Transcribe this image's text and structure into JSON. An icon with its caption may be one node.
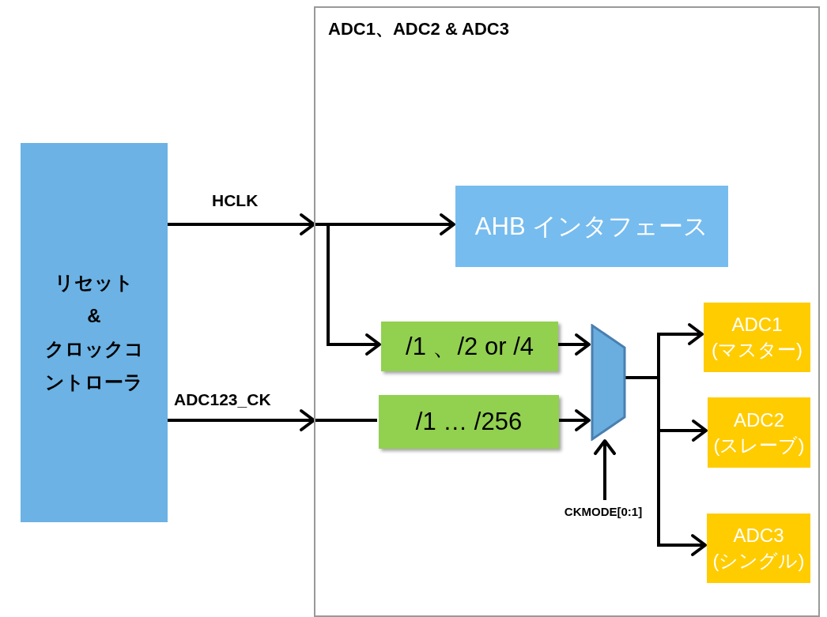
{
  "diagram": {
    "nodes": [
      {
        "text": [
          "ADC1、ADC2 & ADC3"
        ]
      },
      {
        "text": [
          "リセット & クロックコントローラ"
        ]
      },
      {
        "text": [
          "AHB インタフェース"
        ],
        "in": 0
      },
      {
        "text": [
          "/1 、/2 or /4"
        ],
        "in": 0
      },
      {
        "text": [
          "/1 … /256"
        ],
        "in": 0
      },
      {
        "text": [],
        "shape": "trapezoid",
        "in": 0
      },
      {
        "text": [
          "ADC1 (マスター)"
        ],
        "in": 0
      },
      {
        "text": [
          "ADC2 (スレーブ)"
        ],
        "in": 0
      },
      {
        "text": [
          "ADC3 (シングル)"
        ],
        "in": 0
      },
      {
        "text": [
          "CKMODE[0:1]"
        ],
        "in": 0
      }
    ],
    "edges": [
      {
        "from": 1,
        "to": 0,
        "arrow": "to",
        "label": "HCLK"
      },
      {
        "from": 0,
        "to": 2,
        "arrow": "to"
      },
      {
        "from": 0,
        "to": 3,
        "arrow": "to"
      },
      {
        "from": 1,
        "to": 0,
        "arrow": "to",
        "label": "ADC123_CK"
      },
      {
        "from": 0,
        "to": 4,
        "arrow": "none"
      },
      {
        "from": 3,
        "to": 5,
        "arrow": "to"
      },
      {
        "from": 4,
        "to": 5,
        "arrow": "to"
      },
      {
        "from": 9,
        "to": 5,
        "arrow": "to"
      },
      {
        "from": 5,
        "to": 6,
        "arrow": "to"
      },
      {
        "from": 5,
        "to": 7,
        "arrow": "to"
      },
      {
        "from": 5,
        "to": 8,
        "arrow": "to"
      }
    ]
  }
}
